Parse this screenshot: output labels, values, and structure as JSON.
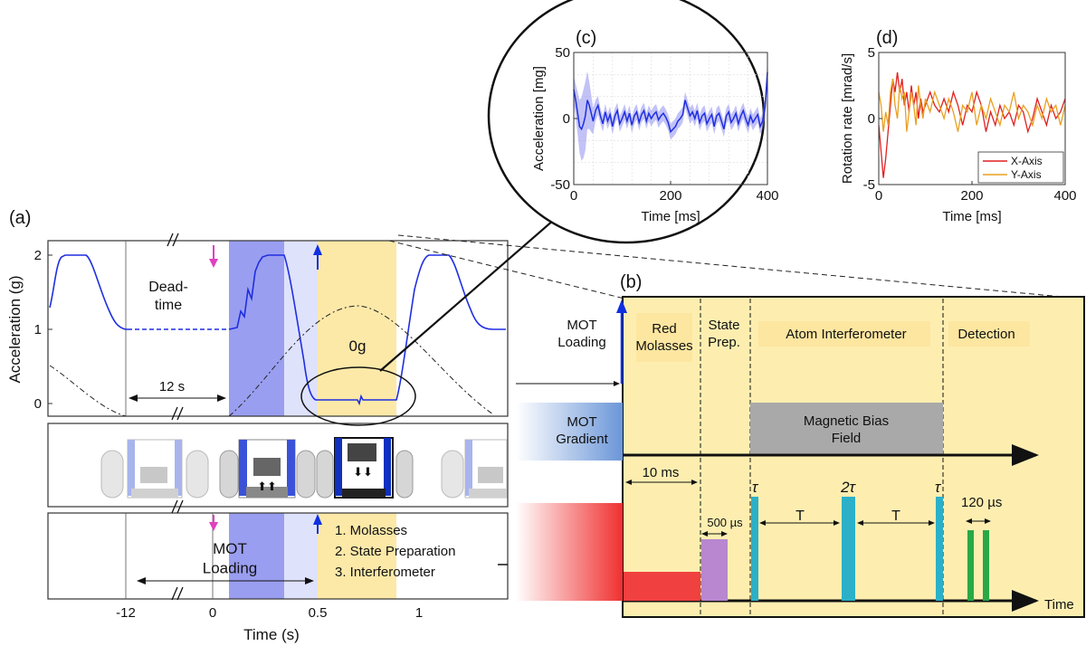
{
  "colors": {
    "accel_line": "#1f2fe0",
    "dead_curve": "#222222",
    "violet_band": "#9a9ef0",
    "pale_band": "#dfe2fb",
    "yellow_band": "#fce9a8",
    "panel_b_bg": "#fdeeb0",
    "panel_b_box": "#fde6a0",
    "gradient_blue": "#6b96d8",
    "bias_field": "#a9a9a9",
    "laser_red": "#f04040",
    "state_prep_pulse": "#b887d0",
    "interferometer_pulse": "#2bb0c8",
    "detection_pulse": "#2aa845",
    "arrow_magenta": "#e040c0",
    "arrow_blue": "#1030e0",
    "x_axis_series": "#e02020",
    "y_axis_series": "#e8a020",
    "c_band": "#9090f0"
  },
  "panel_a": {
    "label": "(a)",
    "ylabel": "Acceleration (g)",
    "xlabel": "Time (s)",
    "yticks": [
      "2",
      "1",
      "0"
    ],
    "xticks": [
      "-12",
      "0",
      "0.5",
      "1"
    ],
    "dead_time": "Dead-\ntime",
    "interval": "12 s",
    "zero_g": "0g",
    "mot_loading": "MOT\nLoading",
    "steps": [
      "1. Molasses",
      "2. State Preparation",
      "3. Interferometer"
    ]
  },
  "panel_b": {
    "label": "(b)",
    "row_labels": {
      "mot_loading": "MOT\nLoading",
      "mot_gradient": "MOT\nGradient"
    },
    "phases": [
      "Red\nMolasses",
      "State\nPrep.",
      "Atom Interferometer",
      "Detection"
    ],
    "bias_field": "Magnetic Bias\nField",
    "durations": {
      "molasses": "10 ms",
      "state_prep": "500 µs",
      "detection": "120 µs"
    },
    "pulse_labels": [
      "τ",
      "2τ",
      "τ"
    ],
    "t_label": "T",
    "time_axis": "Time"
  },
  "chart_data": [
    {
      "type": "line",
      "panel": "(c)",
      "xlabel": "Time [ms]",
      "ylabel": "Acceleration [mg]",
      "xlim": [
        0,
        400
      ],
      "ylim": [
        -50,
        50
      ],
      "xticks": [
        0,
        200,
        400
      ],
      "yticks": [
        50,
        0,
        -50
      ],
      "grid": true,
      "series": [
        {
          "x": [
            0,
            4,
            8,
            12,
            16,
            20,
            24,
            28,
            32,
            36,
            40,
            45,
            50,
            55,
            60,
            65,
            70,
            75,
            80,
            85,
            90,
            95,
            100,
            105,
            110,
            115,
            120,
            125,
            130,
            135,
            140,
            145,
            150,
            155,
            160,
            165,
            170,
            175,
            180,
            185,
            190,
            195,
            200,
            205,
            210,
            215,
            220,
            225,
            230,
            235,
            240,
            245,
            250,
            255,
            260,
            265,
            270,
            275,
            280,
            285,
            290,
            295,
            300,
            305,
            310,
            315,
            320,
            325,
            330,
            335,
            340,
            345,
            350,
            355,
            360,
            365,
            370,
            375,
            380,
            385,
            390,
            395,
            400
          ],
          "y": [
            22,
            14,
            4,
            -6,
            -8,
            -4,
            2,
            14,
            10,
            4,
            -2,
            6,
            10,
            2,
            -4,
            5,
            -2,
            3,
            -6,
            2,
            6,
            -4,
            0,
            5,
            -2,
            4,
            -5,
            2,
            5,
            -3,
            3,
            6,
            -2,
            4,
            0,
            3,
            5,
            -1,
            2,
            4,
            1,
            -3,
            -10,
            -8,
            -6,
            -2,
            0,
            3,
            14,
            8,
            2,
            5,
            0,
            6,
            -3,
            2,
            4,
            -4,
            0,
            3,
            -6,
            2,
            4,
            -2,
            -8,
            2,
            5,
            -3,
            0,
            4,
            -4,
            2,
            6,
            0,
            -5,
            2,
            -3,
            0,
            3,
            -6,
            -2,
            8,
            35
          ],
          "err": [
            10,
            12,
            16,
            20,
            24,
            26,
            26,
            22,
            18,
            14,
            10,
            8,
            7,
            6,
            6,
            6,
            6,
            6,
            6,
            6,
            6,
            6,
            6,
            6,
            6,
            6,
            6,
            6,
            6,
            6,
            6,
            6,
            6,
            6,
            6,
            6,
            6,
            6,
            6,
            6,
            6,
            6,
            6,
            6,
            6,
            6,
            6,
            6,
            6,
            6,
            6,
            6,
            6,
            6,
            6,
            6,
            6,
            6,
            6,
            6,
            6,
            6,
            6,
            6,
            6,
            6,
            6,
            6,
            6,
            6,
            6,
            6,
            6,
            6,
            6,
            6,
            6,
            6,
            6,
            6,
            6,
            8,
            10
          ]
        }
      ]
    },
    {
      "type": "line",
      "panel": "(d)",
      "xlabel": "Time [ms]",
      "ylabel": "Rotation rate [mrad/s]",
      "xlim": [
        0,
        400
      ],
      "ylim": [
        -5,
        5
      ],
      "xticks": [
        0,
        200,
        400
      ],
      "yticks": [
        5,
        0,
        -5
      ],
      "grid": false,
      "legend": "bottom-right",
      "series": [
        {
          "name": "X-Axis",
          "x": [
            0,
            5,
            10,
            15,
            20,
            25,
            30,
            35,
            40,
            45,
            50,
            55,
            60,
            65,
            70,
            75,
            80,
            85,
            90,
            95,
            100,
            110,
            120,
            130,
            140,
            150,
            160,
            170,
            180,
            190,
            200,
            210,
            220,
            230,
            240,
            250,
            260,
            270,
            280,
            290,
            300,
            310,
            320,
            330,
            340,
            350,
            360,
            370,
            380,
            390,
            400
          ],
          "y": [
            -0.5,
            -2.5,
            -4.5,
            -3,
            -1,
            1,
            3,
            2,
            3.5,
            2,
            3,
            1,
            2,
            0.5,
            2.5,
            1,
            2,
            0,
            1.5,
            0.5,
            1,
            2,
            1,
            0.5,
            1.5,
            0.5,
            2,
            1,
            -0.5,
            1,
            0.5,
            2,
            1,
            -1,
            0.5,
            -0.5,
            1,
            0,
            0.5,
            -0.5,
            1,
            0.5,
            -1,
            0,
            1.5,
            0.5,
            -0.5,
            1,
            0,
            0.5,
            1.5
          ]
        },
        {
          "name": "Y-Axis",
          "x": [
            0,
            5,
            10,
            15,
            20,
            25,
            30,
            35,
            40,
            45,
            50,
            55,
            60,
            65,
            70,
            75,
            80,
            85,
            90,
            95,
            100,
            110,
            120,
            130,
            140,
            150,
            160,
            170,
            180,
            190,
            200,
            210,
            220,
            230,
            240,
            250,
            260,
            270,
            280,
            290,
            300,
            310,
            320,
            330,
            340,
            350,
            360,
            370,
            380,
            390,
            400
          ],
          "y": [
            2,
            1,
            -1,
            0.5,
            -0.5,
            2,
            3,
            1,
            0,
            2.5,
            1.5,
            2,
            -1,
            0.5,
            2,
            1,
            -0.5,
            2.5,
            1,
            0,
            1.5,
            0.5,
            2,
            1,
            0,
            1.5,
            0.5,
            -1,
            1,
            0.5,
            2,
            -0.5,
            1,
            0,
            1.5,
            0.5,
            -0.5,
            1,
            0.5,
            2,
            0,
            1,
            0.5,
            -0.5,
            1,
            0,
            1.5,
            0.5,
            1,
            -0.5,
            1
          ]
        }
      ]
    }
  ]
}
